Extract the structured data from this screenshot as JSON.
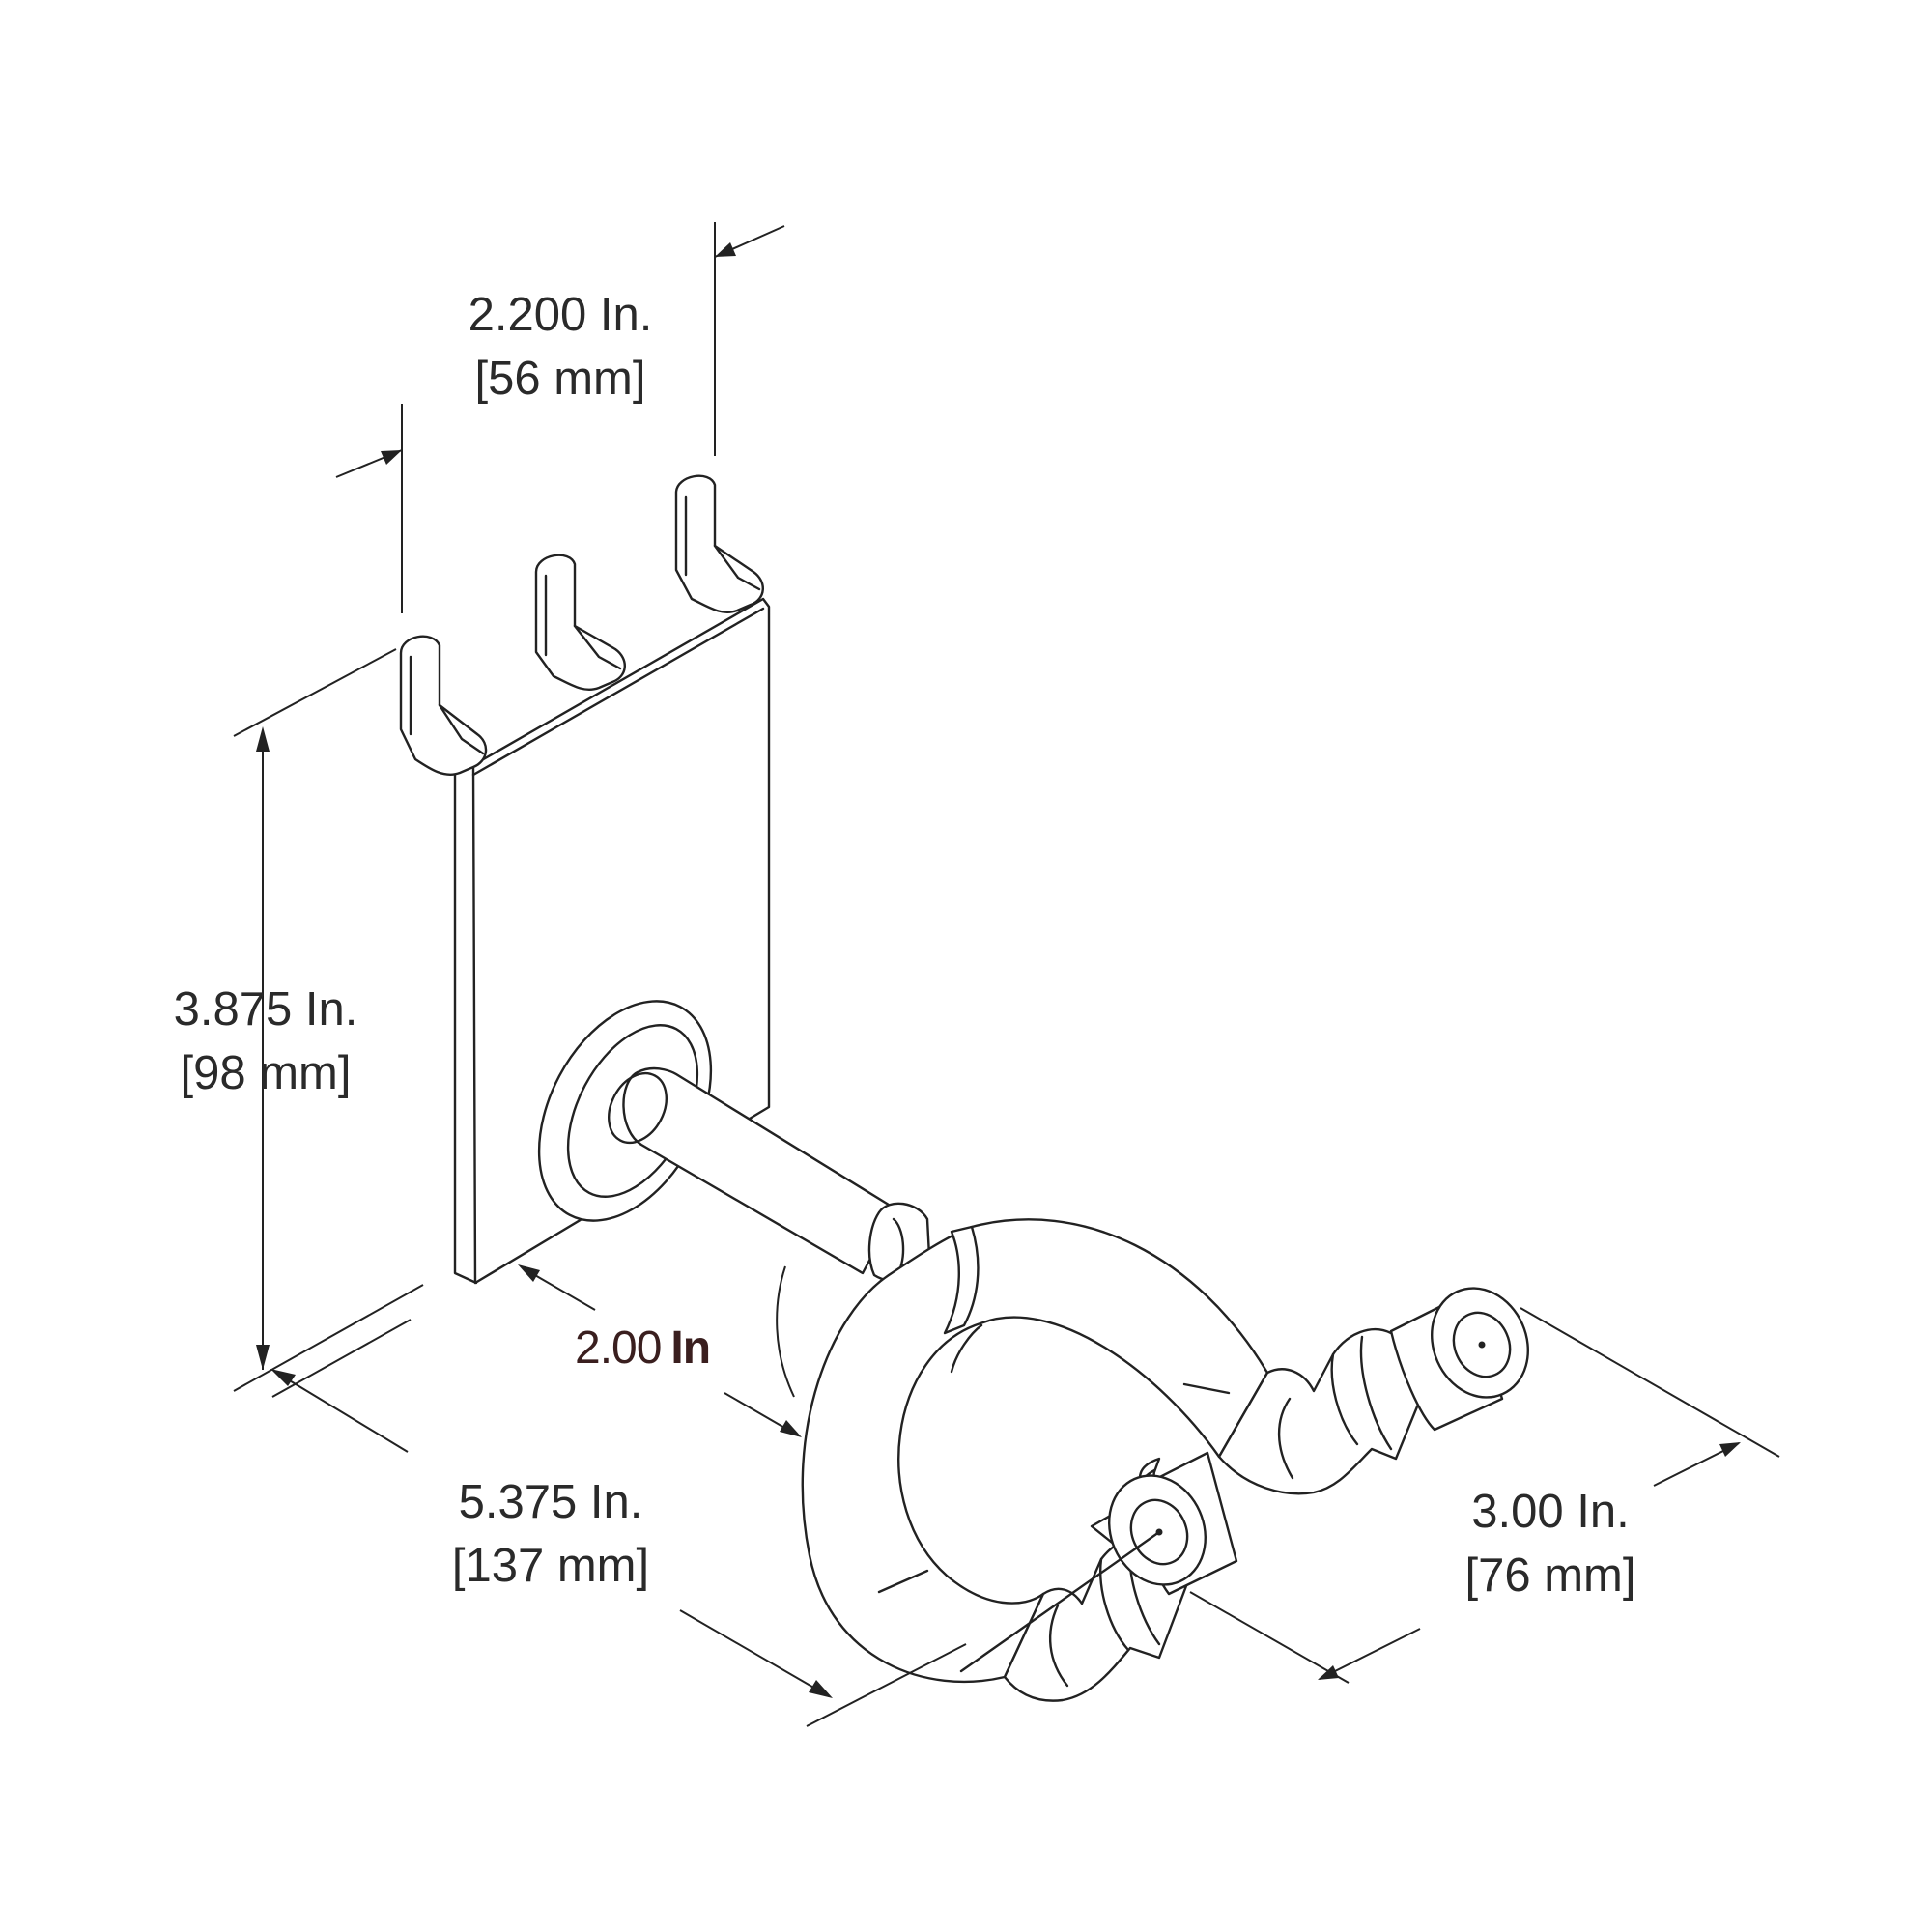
{
  "dimensions": {
    "width": {
      "inches": "2.200 In.",
      "mm": "[56 mm]"
    },
    "height": {
      "inches": "3.875 In.",
      "mm": "[98 mm]"
    },
    "arm_length": {
      "inches": "2.00",
      "unit": "In"
    },
    "overall_depth": {
      "inches": "5.375 In.",
      "mm": "[137 mm]"
    },
    "yoke_width": {
      "inches": "3.00 In.",
      "mm": "[76 mm]"
    }
  }
}
